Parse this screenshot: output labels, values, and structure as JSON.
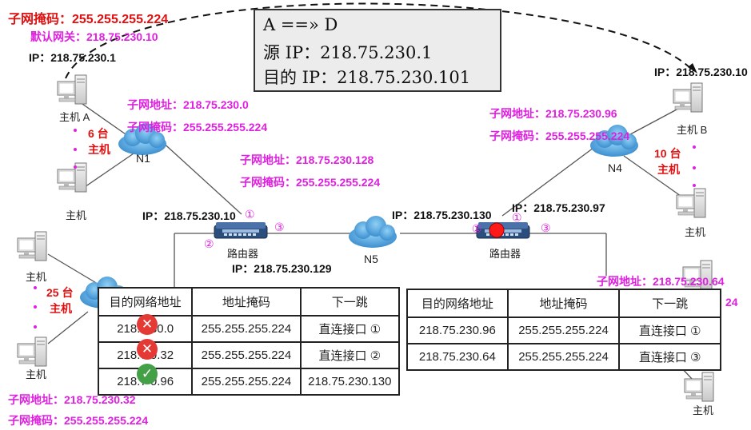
{
  "top_left": {
    "subnet_mask": "子网掩码：255.255.255.224",
    "gateway": "默认网关：218.75.230.10",
    "ip": "IP：218.75.230.1",
    "host_a_label": "主机 A",
    "count_label": "6 台",
    "host_label": "主机",
    "host_label2": "主机"
  },
  "info_box": {
    "line1": "A ==» D",
    "line2": "源 IP：218.75.230.1",
    "line3": "目的 IP：218.75.230.101"
  },
  "n1": {
    "name": "N1",
    "subnet_addr": "子网地址：218.75.230.0",
    "subnet_mask": "子网掩码：255.255.255.224"
  },
  "n2_labels": {
    "subnet_addr": "子网地址：218.75.230.128",
    "subnet_mask": "子网掩码：255.255.255.224"
  },
  "router_left": {
    "ip1": "IP：218.75.230.10",
    "port1": "①",
    "port2": "②",
    "port3": "③",
    "label": "路由器",
    "ip_bottom": "IP：218.75.230.129"
  },
  "n5": {
    "name": "N5",
    "ip": "IP：218.75.230.130"
  },
  "router_right": {
    "ip1": "IP：218.75.230.97",
    "port1": "①",
    "port2": "②",
    "port3": "③",
    "label": "路由器"
  },
  "n4": {
    "name": "N4",
    "subnet_addr": "子网地址：218.75.230.96",
    "subnet_mask": "子网掩码：255.255.255.224",
    "count_label": "10 台",
    "host_label": "主机"
  },
  "right_side": {
    "ip": "IP：218.75.230.10",
    "host_b_label": "主机 B",
    "host_label": "主机",
    "subnet_partial": "子网地址：218.75.230.64",
    "mask_partial": "24",
    "host_label_bottom": "主机"
  },
  "left_side": {
    "host_label_top": "主机",
    "count_label": "25 台",
    "host_label_mid": "主机",
    "host_label_bottom": "主机",
    "subnet_addr": "子网地址：218.75.230.32",
    "subnet_mask": "子网掩码：255.255.255.224"
  },
  "table_left": {
    "headers": [
      "目的网络地址",
      "地址掩码",
      "下一跳"
    ],
    "rows": [
      {
        "dest": "218.7  30.0",
        "mask": "255.255.255.224",
        "next": "直连接口 ①",
        "status": "x"
      },
      {
        "dest": "218.7  0.32",
        "mask": "255.255.255.224",
        "next": "直连接口 ②",
        "status": "x"
      },
      {
        "dest": "218.7  0.96",
        "mask": "255.255.255.224",
        "next": "218.75.230.130",
        "status": "ok"
      }
    ],
    "mark_x": "✕",
    "mark_ok": "✓"
  },
  "table_right": {
    "headers": [
      "目的网络地址",
      "地址掩码",
      "下一跳"
    ],
    "rows": [
      {
        "dest": "218.75.230.96",
        "mask": "255.255.255.224",
        "next": "直连接口 ①"
      },
      {
        "dest": "218.75.230.64",
        "mask": "255.255.255.224",
        "next": "直连接口 ③"
      }
    ]
  },
  "colors": {
    "magenta": "#e020e0",
    "red": "#e01010",
    "cloud": "#5aa9e0",
    "router": "#2b4e7d"
  },
  "icons": [
    "computer-icon",
    "cloud-icon",
    "router-icon",
    "cross-mark-icon",
    "check-mark-icon"
  ]
}
